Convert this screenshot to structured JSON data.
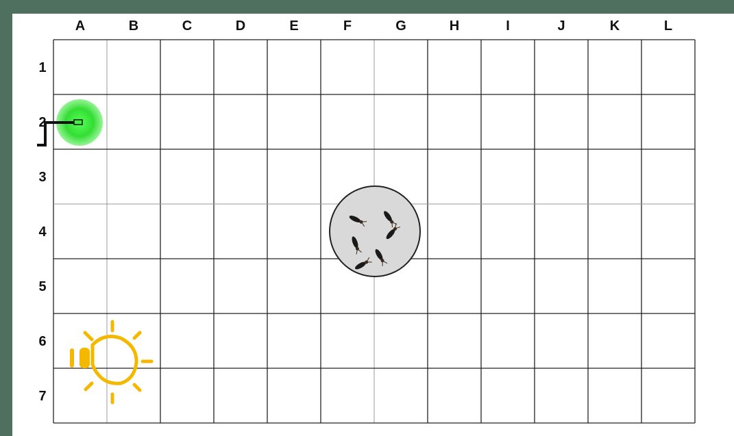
{
  "grid": {
    "columns": [
      "A",
      "B",
      "C",
      "D",
      "E",
      "F",
      "G",
      "H",
      "I",
      "J",
      "K",
      "L"
    ],
    "rows": [
      "1",
      "2",
      "3",
      "4",
      "5",
      "6",
      "7"
    ]
  },
  "items": {
    "green_light": {
      "icon": "led-light-icon",
      "cell": "A2",
      "color": "#22cc22"
    },
    "petri_dish": {
      "icon": "petri-dish-icon",
      "center_cell": "F4-G4",
      "insect_count": 6
    },
    "lamp": {
      "icon": "light-bulb-icon",
      "cell": "A6",
      "color": "#f5b800"
    }
  },
  "colors": {
    "background": "#4f6f5f",
    "grid_line": "#222222",
    "dish_fill": "#d9d9d9"
  }
}
